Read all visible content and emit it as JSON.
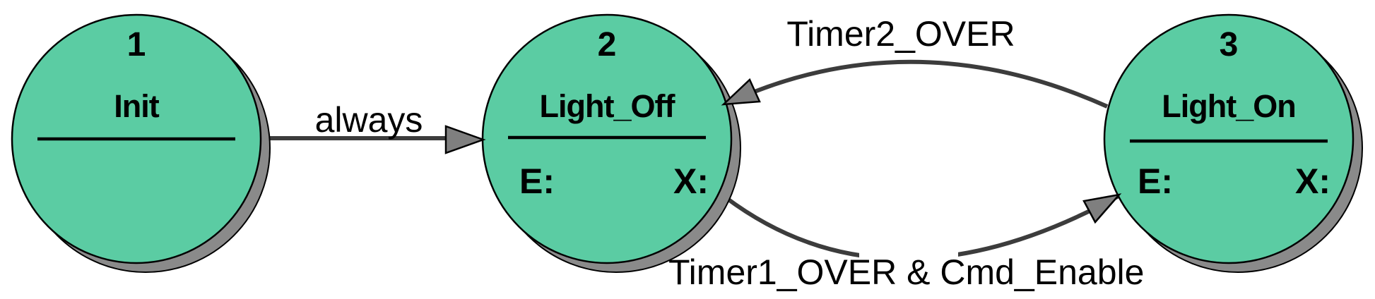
{
  "colors": {
    "state_fill": "#5bcca3",
    "state_border": "#000000",
    "shadow": "#8a8a8a",
    "transition_line": "#3c3c3c",
    "arrowhead_fill": "#7f7f7f",
    "label_text": "#000000"
  },
  "states": [
    {
      "number": "1",
      "name": "Init",
      "entry_prefix": "",
      "exit_prefix": ""
    },
    {
      "number": "2",
      "name": "Light_Off",
      "entry_prefix": "E:",
      "exit_prefix": "X:"
    },
    {
      "number": "3",
      "name": "Light_On",
      "entry_prefix": "E:",
      "exit_prefix": "X:"
    }
  ],
  "transitions": [
    {
      "label": "always",
      "from": "Init",
      "to": "Light_Off"
    },
    {
      "label": "Timer2_OVER",
      "from": "Light_On",
      "to": "Light_Off"
    },
    {
      "label": "Timer1_OVER & Cmd_Enable",
      "from": "Light_Off",
      "to": "Light_On"
    }
  ]
}
